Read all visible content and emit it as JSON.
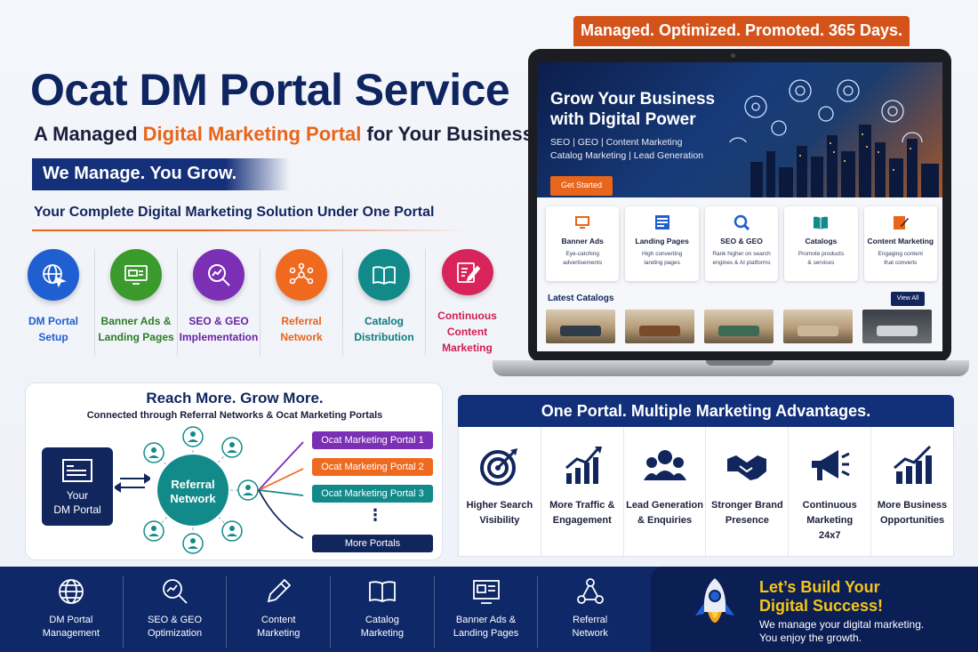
{
  "header": {
    "title": "Ocat DM Portal Service",
    "subtitle_prefix": "A Managed ",
    "subtitle_highlight": "Digital Marketing Portal",
    "subtitle_suffix": " for Your Business",
    "manage_tagline": "We Manage. You Grow.",
    "solution_line": "Your Complete Digital Marketing Solution Under One Portal"
  },
  "services": [
    {
      "label": "DM Portal\nSetup",
      "icon": "globe-cursor-icon",
      "color": "#1f5fd1",
      "text_color": "#1f5fd1"
    },
    {
      "label": "Banner Ads &\nLanding Pages",
      "icon": "monitor-ad-icon",
      "color": "#3a9a2c",
      "text_color": "#2e7d25"
    },
    {
      "label": "SEO & GEO\nImplementation",
      "icon": "magnify-chart-icon",
      "color": "#7b2fb5",
      "text_color": "#6a23a0"
    },
    {
      "label": "Referral\nNetwork",
      "icon": "network-people-icon",
      "color": "#ef6a1f",
      "text_color": "#e8651a"
    },
    {
      "label": "Catalog\nDistribution",
      "icon": "open-book-icon",
      "color": "#138a8a",
      "text_color": "#0f7b7b"
    },
    {
      "label": "Continuous\nContent Marketing",
      "icon": "edit-document-icon",
      "color": "#d8245a",
      "text_color": "#d01e52"
    }
  ],
  "top_banner": "Managed. Optimized. Promoted. 365 Days.",
  "laptop": {
    "hero_title": "Grow Your Business\nwith Digital Power",
    "hero_sub": "SEO | GEO | Content Marketing\nCatalog Marketing | Lead Generation",
    "hero_button": "Get Started",
    "features": [
      {
        "name": "Banner Ads",
        "desc": "Eye-catching\nadvertisements",
        "icon": "monitor-icon"
      },
      {
        "name": "Landing Pages",
        "desc": "High converting\nlanding pages",
        "icon": "page-icon"
      },
      {
        "name": "SEO & GEO",
        "desc": "Rank higher on search\nengines & AI platforms",
        "icon": "search-icon"
      },
      {
        "name": "Catalogs",
        "desc": "Promote products\n& services",
        "icon": "book-icon"
      },
      {
        "name": "Content Marketing",
        "desc": "Engaging content\nthat converts",
        "icon": "edit-icon"
      }
    ],
    "latest_label": "Latest Catalogs",
    "view_all": "View All"
  },
  "reach": {
    "title": "Reach More. Grow More.",
    "subtitle": "Connected through Referral Networks & Ocat Marketing Portals",
    "your_portal": "Your\nDM Portal",
    "referral": "Referral\nNetwork",
    "portals": [
      {
        "label": "Ocat Marketing Portal 1",
        "color": "#7b2fb5"
      },
      {
        "label": "Ocat Marketing Portal 2",
        "color": "#ef6a1f"
      },
      {
        "label": "Ocat Marketing Portal 3",
        "color": "#138a8a"
      }
    ],
    "ellipsis": "⋮",
    "more": "More Portals"
  },
  "advantages": {
    "title": "One Portal. Multiple Marketing Advantages.",
    "items": [
      {
        "label": "Higher Search\nVisibility",
        "icon": "target-icon"
      },
      {
        "label": "More Traffic &\nEngagement",
        "icon": "growth-chart-icon"
      },
      {
        "label": "Lead Generation\n& Enquiries",
        "icon": "people-group-icon"
      },
      {
        "label": "Stronger Brand\nPresence",
        "icon": "handshake-icon"
      },
      {
        "label": "Continuous\nMarketing\n24x7",
        "icon": "megaphone-icon"
      },
      {
        "label": "More Business\nOpportunities",
        "icon": "bar-growth-icon"
      }
    ]
  },
  "bottom": {
    "items": [
      {
        "label": "DM Portal\nManagement",
        "icon": "globe-icon"
      },
      {
        "label": "SEO & GEO\nOptimization",
        "icon": "search-chart-icon"
      },
      {
        "label": "Content\nMarketing",
        "icon": "pen-icon"
      },
      {
        "label": "Catalog\nMarketing",
        "icon": "book-icon"
      },
      {
        "label": "Banner Ads &\nLanding Pages",
        "icon": "monitor-icon"
      },
      {
        "label": "Referral\nNetwork",
        "icon": "network-icon"
      }
    ],
    "cta_title": "Let’s Build Your\nDigital Success!",
    "cta_sub": "We manage your digital marketing.\nYou enjoy the growth."
  }
}
